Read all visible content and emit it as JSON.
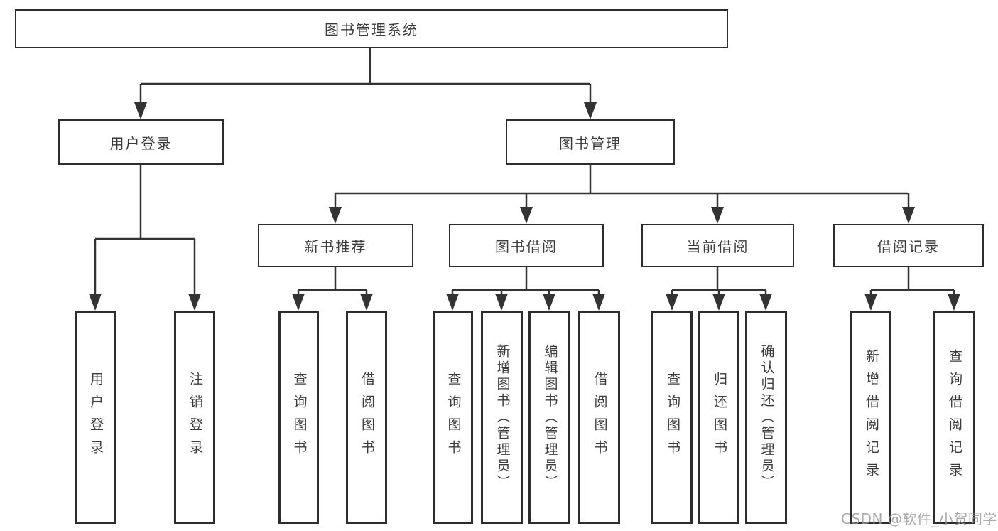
{
  "diagram": {
    "title": "图书管理系统",
    "root": {
      "label": "图书管理系统"
    },
    "level1": [
      {
        "id": "user-login",
        "label": "用户登录"
      },
      {
        "id": "book-management",
        "label": "图书管理"
      }
    ],
    "level2": [
      {
        "id": "new-book-recommend",
        "label": "新书推荐",
        "parent": "图书管理"
      },
      {
        "id": "book-borrow",
        "label": "图书借阅",
        "parent": "图书管理"
      },
      {
        "id": "current-borrow",
        "label": "当前借阅",
        "parent": "图书管理"
      },
      {
        "id": "borrow-records",
        "label": "借阅记录",
        "parent": "图书管理"
      }
    ],
    "leaves": [
      {
        "parent": "用户登录",
        "label": "用户登录"
      },
      {
        "parent": "用户登录",
        "label": "注销登录"
      },
      {
        "parent": "新书推荐",
        "label": "查询图书"
      },
      {
        "parent": "新书推荐",
        "label": "借阅图书"
      },
      {
        "parent": "图书借阅",
        "label": "查询图书"
      },
      {
        "parent": "图书借阅",
        "label": "新增图书（管理员）"
      },
      {
        "parent": "图书借阅",
        "label": "编辑图书（管理员）"
      },
      {
        "parent": "图书借阅",
        "label": "借阅图书"
      },
      {
        "parent": "当前借阅",
        "label": "查询图书"
      },
      {
        "parent": "当前借阅",
        "label": "归还图书"
      },
      {
        "parent": "当前借阅",
        "label": "确认归还（管理员）"
      },
      {
        "parent": "借阅记录",
        "label": "新增借阅记录"
      },
      {
        "parent": "借阅记录",
        "label": "查询借阅记录"
      }
    ]
  },
  "watermark": {
    "text": "CSDN @软件_小贺同学"
  },
  "colors": {
    "line": "#333333",
    "border": "#2d2d2d",
    "text": "#3c3c3c",
    "watermark": "#969696",
    "background": "#ffffff"
  }
}
